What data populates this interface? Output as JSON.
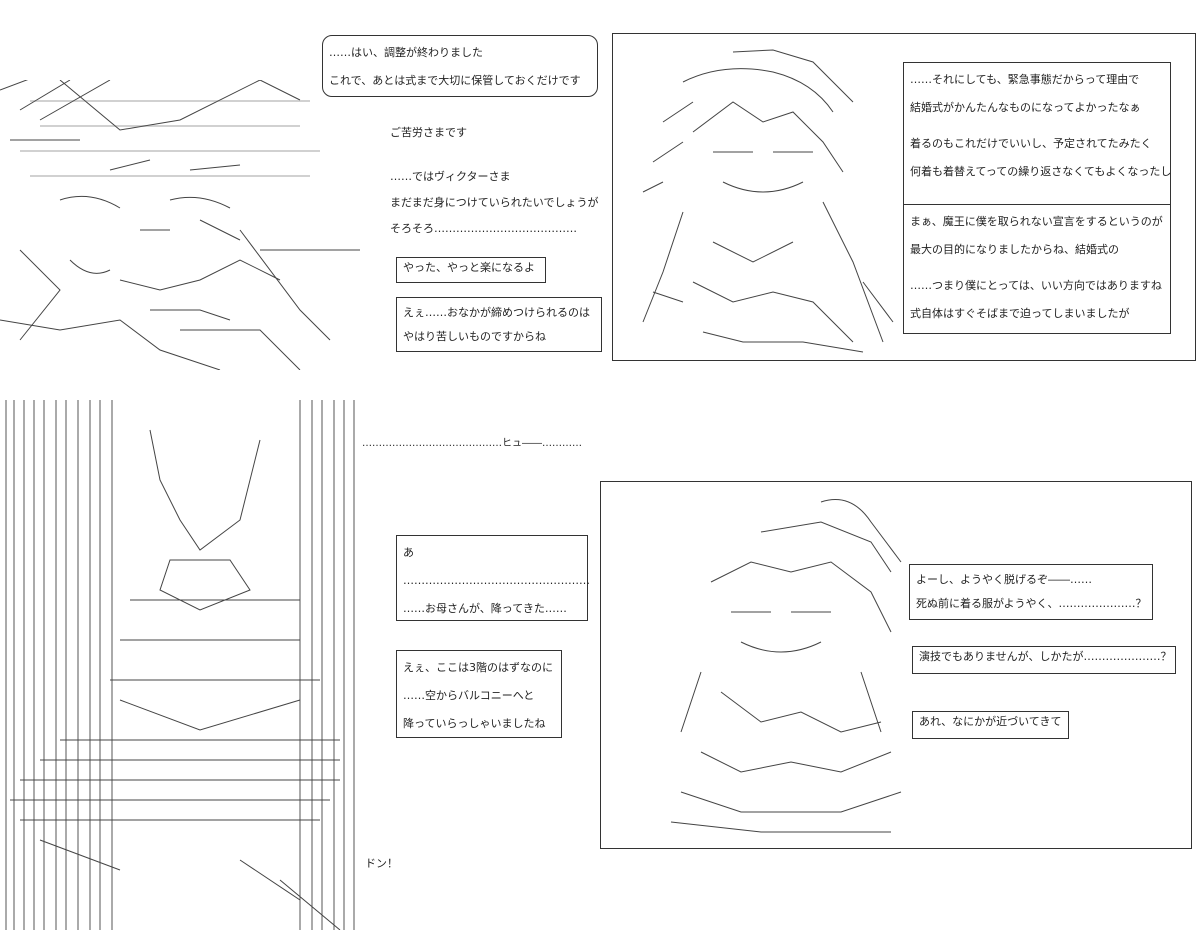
{
  "scene1": {
    "speech_top": [
      "……はい、調整が終わりました",
      "これで、あとは式まで大切に保管しておくだけです"
    ],
    "narration": [
      "ご苦労さまです",
      "……ではヴィクターさま",
      "まだまだ身につけていられたいでしょうが",
      "そろそろ…………………………………"
    ],
    "speech_relief": "やった、やっと楽になるよ",
    "speech_tight": [
      "えぇ……おなかが締めつけられるのは",
      "やはり苦しいものですからね"
    ]
  },
  "scene2": {
    "speech_a": [
      "……それにしても、緊急事態だからって理由で",
      "結婚式がかんたんなものになってよかったなぁ",
      "",
      "着るのもこれだけでいいし、予定されてたみたく",
      "何着も着替えてっての繰り返さなくてもよくなったし"
    ],
    "speech_b": [
      "まぁ、魔王に僕を取られない宣言をするというのが",
      "最大の目的になりましたからね、結婚式の",
      "",
      "……つまり僕にとっては、いい方向ではありますね",
      "式自体はすぐそばまで迫ってしまいましたが"
    ]
  },
  "scene3": {
    "sfx_falling": "……………………………………ヒュ――…………",
    "speech_a": [
      "あ",
      "……………………………………………",
      "……お母さんが、降ってきた……"
    ],
    "speech_b": [
      "えぇ、ここは3階のはずなのに",
      "……空からバルコニーへと",
      "降っていらっしゃいましたね"
    ],
    "sfx_impact": "ドン！"
  },
  "scene4": {
    "speech_a": [
      "よーし、ようやく脱げるぞ――……",
      "死ぬ前に着る服がようやく、…………………？"
    ],
    "speech_b": "演技でもありませんが、しかたが…………………？",
    "speech_c": "あれ、なにかが近づいてきて"
  }
}
